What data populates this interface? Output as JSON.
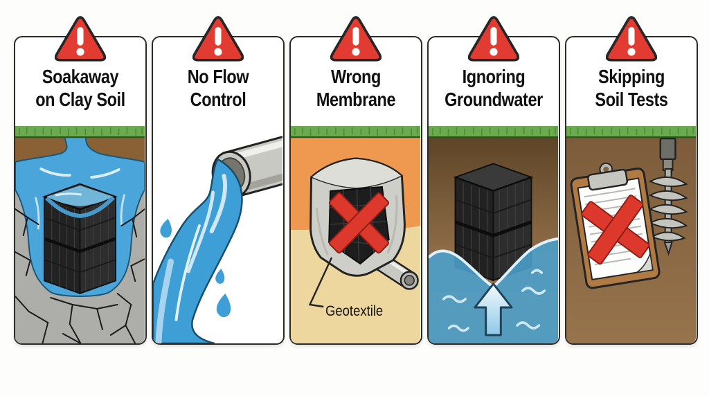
{
  "infographic": {
    "theme": "soakaway installation mistakes",
    "background": "#fdfdfb"
  },
  "colors": {
    "warning_red": "#E23B31",
    "outline_dark": "#2B2B2B",
    "grass_green": "#6CAA50",
    "soil_brown": "#8A6134",
    "water_blue": "#459FD4",
    "clay_gray": "#ACACA8",
    "sand_orange": "#EE9850",
    "sand_tan": "#EDD79F",
    "deep_brown": "#8F6B45",
    "crate_black": "#262626",
    "cross_red": "#DD382C"
  },
  "panels": [
    {
      "id": "soakaway-on-clay-soil",
      "icon": "warning-triangle-icon",
      "title_line1": "Soakaway",
      "title_line2": "on Clay Soil"
    },
    {
      "id": "no-flow-control",
      "icon": "warning-triangle-icon",
      "title_line1": "No Flow",
      "title_line2": "Control"
    },
    {
      "id": "wrong-membrane",
      "icon": "warning-triangle-icon",
      "title_line1": "Wrong",
      "title_line2": "Membrane",
      "label": "Geotextile"
    },
    {
      "id": "ignoring-groundwater",
      "icon": "warning-triangle-icon",
      "title_line1": "Ignoring",
      "title_line2": "Groundwater"
    },
    {
      "id": "skipping-soil-tests",
      "icon": "warning-triangle-icon",
      "title_line1": "Skipping",
      "title_line2": "Soil Tests"
    }
  ]
}
